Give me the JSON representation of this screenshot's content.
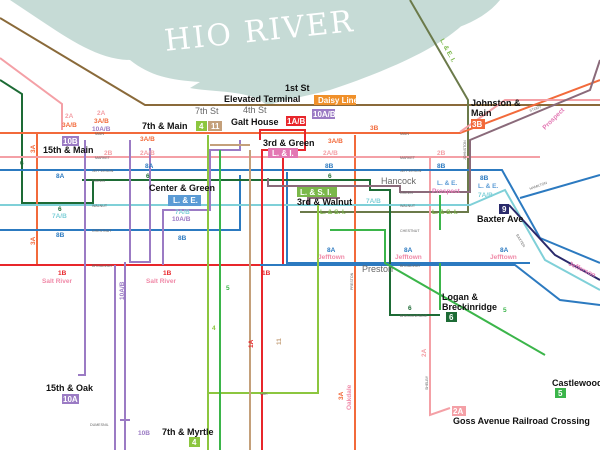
{
  "river": {
    "name": "HIO RIVER"
  },
  "colors": {
    "main_3": "#f26a3b",
    "market_2": "#f4a0a6",
    "jefferson_8": "#2c7ac0",
    "green_6": "#1d6b35",
    "walnut_7": "#7fd0d8",
    "line_10": "#9b7bc4",
    "line_1": "#e8262b",
    "line_4": "#8cc63f",
    "line_5": "#3bb54a",
    "line_11": "#c4a07a",
    "line_9": "#2a2a6b",
    "daisy": "#f0902a",
    "li": "#e377b3",
    "le": "#5b9bd5",
    "lsi": "#7bb84a",
    "river": "#c6dbd6"
  },
  "stations": {
    "first_st": "1st St",
    "elevated_terminal": "Elevated Terminal",
    "daisy_line": "Daisy Line",
    "seventh_st": "7th St",
    "fourth_st": "4th St",
    "seventh_main": "7th & Main",
    "seventh_main_b1": "4",
    "seventh_main_b2": "11",
    "galt_house": "Galt House",
    "galt_house_b": "1A/B",
    "galt_10ab": "10A/B",
    "third_green": "3rd & Green",
    "third_green_b": "L. & I.",
    "fifteenth_main": "15th & Main",
    "fifteenth_main_b": "10B",
    "center_green": "Center & Green",
    "center_green_b": "L. & E.",
    "third_walnut": "3rd & Walnut",
    "third_walnut_b": "L. & S. I.",
    "hancock": "Hancock",
    "johnston_main_1": "Johnston &",
    "johnston_main_2": "Main",
    "johnston_main_b": "3B",
    "baxter": "Baxter Ave",
    "baxter_b": "9",
    "preston": "Preston",
    "logan_1": "Logan &",
    "logan_2": "Breckinridge",
    "logan_b": "6",
    "castlewood": "Castlewood",
    "castlewood_b": "5",
    "goss": "Goss Avenue Railroad Crossing",
    "goss_b": "2A",
    "fifteenth_oak": "15th & Oak",
    "fifteenth_oak_b": "10A",
    "seventh_myrtle": "7th & Myrtle",
    "seventh_myrtle_b": "4"
  },
  "route_labels": [
    "2A",
    "3A/B",
    "2A",
    "3A/B",
    "10A/B",
    "3A/B",
    "2B",
    "2A/B",
    "8A",
    "8A",
    "6",
    "6",
    "7A/B",
    "8B",
    "8B",
    "7A/B",
    "10A/B",
    "1B",
    "Salt River",
    "1B",
    "Salt River",
    "3B",
    "3A/B",
    "2A/B",
    "2B",
    "8B",
    "8B",
    "6",
    "L. & E.",
    "Prospect",
    "7A/B",
    "L. & S. I.",
    "L. & S. I.",
    "8B",
    "L. & E.",
    "7A/B",
    "8A",
    "Jefftown",
    "8A",
    "Jefftown",
    "8A",
    "Jefftown",
    "3A",
    "Oakdale",
    "2A",
    "1A",
    "1B",
    "11",
    "4",
    "5",
    "6",
    "5",
    "10A/B",
    "10B",
    "3A",
    "3A",
    "L. & E. I.",
    "Prospect",
    "Jefferson",
    "6"
  ],
  "streets": [
    "MAIN",
    "MARKET",
    "JEFFERSON",
    "GREEN",
    "WALNUT",
    "CHESTNUT",
    "BROADWAY",
    "MAIN",
    "MARKET",
    "JEFFERSON",
    "GREEN",
    "WALNUT",
    "CHESTNUT",
    "BROADWAY",
    "BRECKINRIDGE",
    "OAK",
    "PRESTON",
    "SHELBY",
    "BAXTER",
    "JOHNSTON",
    "HAMILTON",
    "STORY",
    "DUMESNIL"
  ]
}
